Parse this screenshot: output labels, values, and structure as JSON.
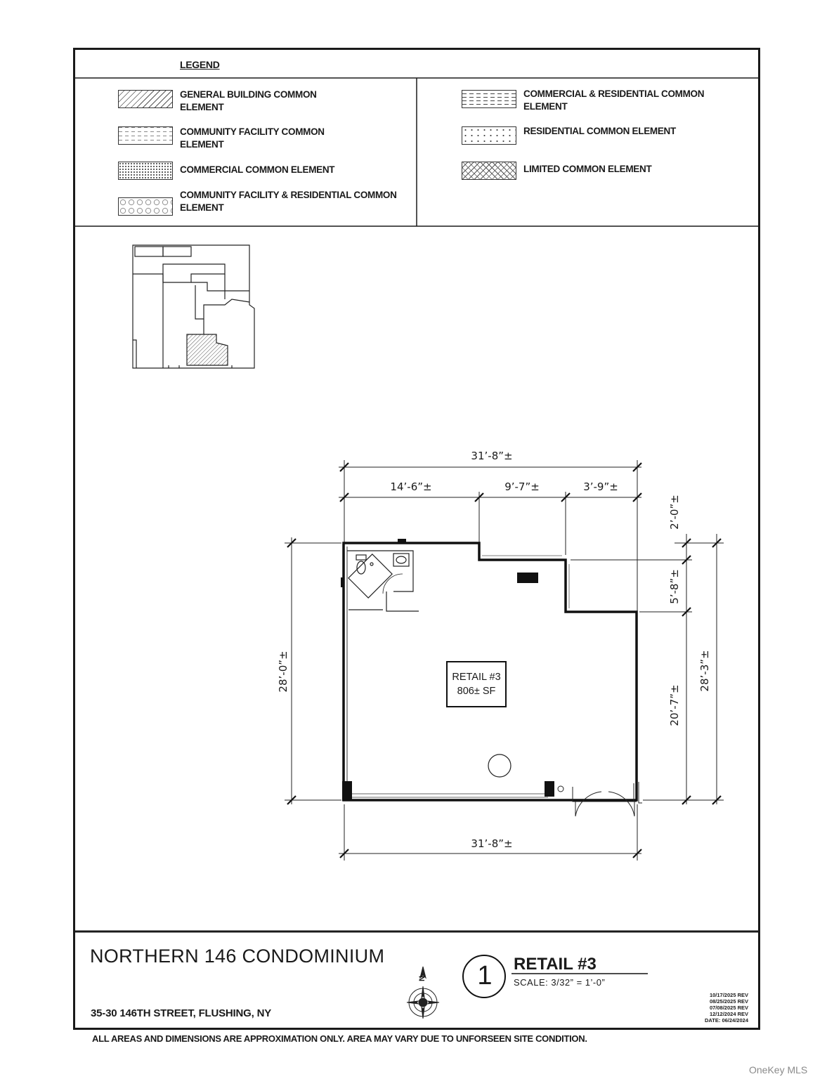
{
  "legend": {
    "title": "LEGEND",
    "items": [
      {
        "label_l1": "GENERAL BUILDING COMMON",
        "label_l2": "ELEMENT",
        "pattern": "diagonal-hatch"
      },
      {
        "label_l1": "COMMUNITY FACILITY COMMON",
        "label_l2": "ELEMENT",
        "pattern": "dashed-grid"
      },
      {
        "label_l1": "COMMERCIAL COMMON ELEMENT",
        "label_l2": "",
        "pattern": "fine-dots"
      },
      {
        "label_l1": "COMMUNITY FACILITY & RESIDENTIAL COMMON",
        "label_l2": "ELEMENT",
        "pattern": "hexagon-circles"
      },
      {
        "label_l1": "COMMERCIAL & RESIDENTIAL COMMON",
        "label_l2": "ELEMENT",
        "pattern": "dashed-lines"
      },
      {
        "label_l1": "RESIDENTIAL COMMON ELEMENT",
        "label_l2": "",
        "pattern": "plus-dots"
      },
      {
        "label_l1": "LIMITED COMMON ELEMENT",
        "label_l2": "",
        "pattern": "cross-hatch"
      }
    ]
  },
  "plan": {
    "room_name": "RETAIL #3",
    "room_area": "806± SF",
    "dimensions": {
      "top_overall": "31’-8”±",
      "top_seg_1": "14’-6”±",
      "top_seg_2": "9’-7”±",
      "top_seg_3": "3’-9”±",
      "bottom_overall": "31’-8”±",
      "left_height": "28’-0”±",
      "right_seg_1": "2’-0”±",
      "right_seg_2": "5’-8”±",
      "right_seg_3": "20’-7”±",
      "right_overall": "28’-3”±"
    }
  },
  "title_block": {
    "project_name": "NORTHERN 146 CONDOMINIUM",
    "address": "35-30 146TH STREET, FLUSHING, NY",
    "drawing_number": "1",
    "drawing_title": "RETAIL #3",
    "scale": "SCALE: 3/32” = 1’-0”",
    "north_label": "N",
    "revisions": [
      "10/17/2025 REV",
      "08/25/2025 REV",
      "07/08/2025 REV",
      "12/12/2024 REV"
    ],
    "date": "DATE: 06/24/2024"
  },
  "footer_note": "ALL AREAS AND DIMENSIONS ARE APPROXIMATION ONLY. AREA MAY VARY DUE TO UNFORSEEN SITE CONDITION.",
  "watermark": "OneKey MLS"
}
